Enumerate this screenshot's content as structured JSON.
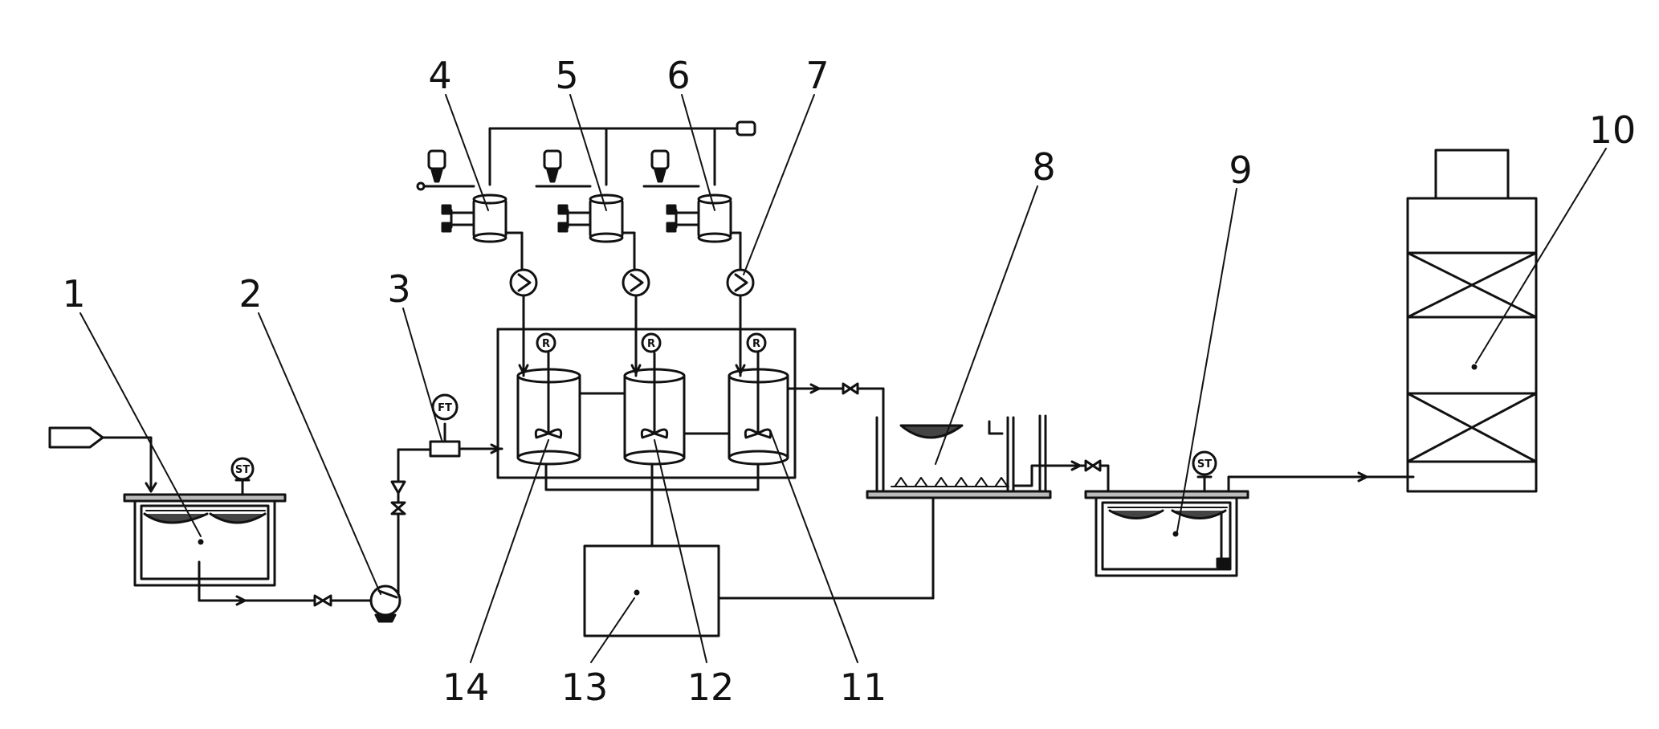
{
  "callouts": {
    "n1": "1",
    "n2": "2",
    "n3": "3",
    "n4": "4",
    "n5": "5",
    "n6": "6",
    "n7": "7",
    "n8": "8",
    "n9": "9",
    "n10": "10",
    "n11": "11",
    "n12": "12",
    "n13": "13",
    "n14": "14"
  },
  "instrument_tags": {
    "feed_tank_gauge": "ST",
    "flow_transmitter": "FT",
    "reactor_a": "R",
    "reactor_b": "R",
    "reactor_c": "R",
    "effluent_tank_gauge": "ST"
  },
  "colors": {
    "line": "#111111",
    "background": "#ffffff"
  }
}
